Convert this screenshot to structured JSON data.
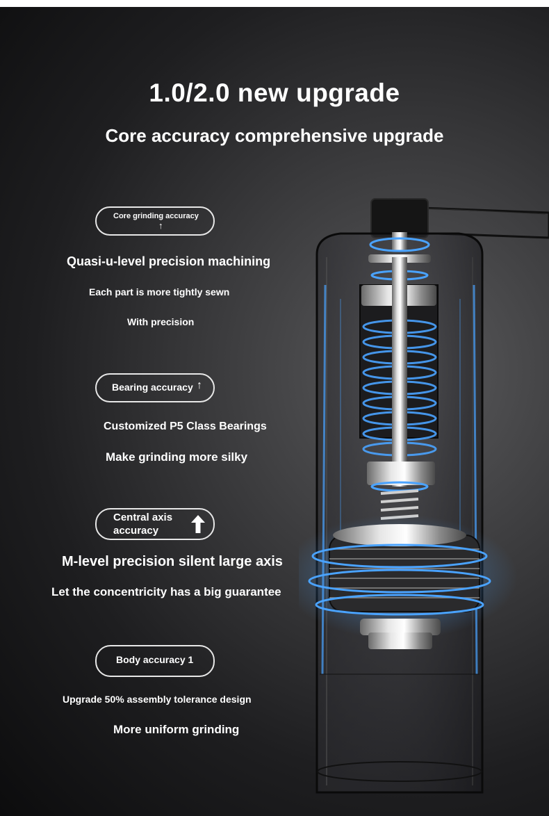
{
  "header": {
    "title": "1.0/2.0 new upgrade",
    "subtitle": "Core accuracy comprehensive upgrade"
  },
  "sections": [
    {
      "badge": "Core grinding accuracy",
      "badge_arrow": "↑",
      "lines": [
        "Quasi-u-level precision machining",
        "Each part is more tightly sewn",
        "With precision"
      ]
    },
    {
      "badge": "Bearing accuracy",
      "badge_arrow": "↑",
      "lines": [
        "Customized P5 Class Bearings",
        "Make grinding more silky"
      ]
    },
    {
      "badge_line1": "Central axis",
      "badge_line2": "accuracy",
      "badge_icon": "up-arrow-icon",
      "lines": [
        "M-level precision silent large axis",
        "Let the concentricity has a big guarantee"
      ]
    },
    {
      "badge": "Body accuracy 1",
      "lines": [
        "Upgrade 50% assembly tolerance design",
        "More uniform grinding"
      ]
    }
  ],
  "colors": {
    "background_dark": "#0c0c0d",
    "background_light": "#5a5a5c",
    "text": "#ffffff",
    "glow": "#4aa3ff"
  }
}
